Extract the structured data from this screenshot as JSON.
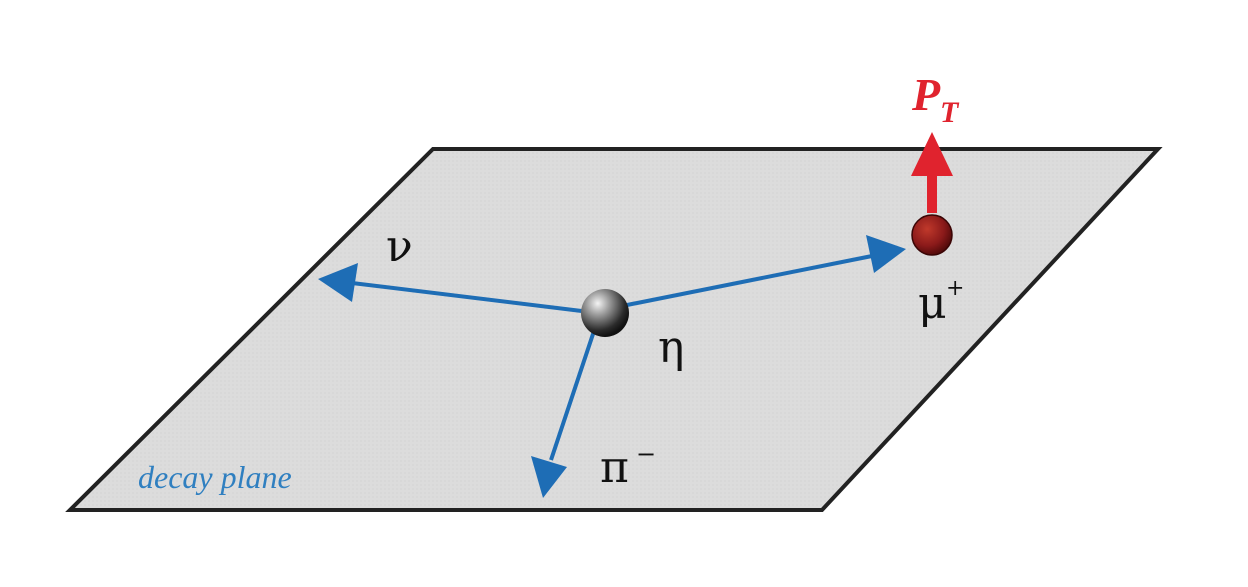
{
  "diagram": {
    "plane_label": "decay plane",
    "particles": {
      "eta": "η",
      "neutrino": "ν",
      "muon": "μ",
      "muon_charge": "+",
      "pion": "π",
      "pion_charge": "−"
    },
    "momentum": {
      "symbol": "P",
      "subscript": "T"
    }
  },
  "colors": {
    "plane_fill": "#dcdcdc",
    "plane_edge": "#222222",
    "track_blue": "#1e6db5",
    "plane_label_blue": "#2f7fc0",
    "muon_red": "#8b1a1a",
    "pt_red": "#e0232e",
    "text_black": "#111111"
  }
}
